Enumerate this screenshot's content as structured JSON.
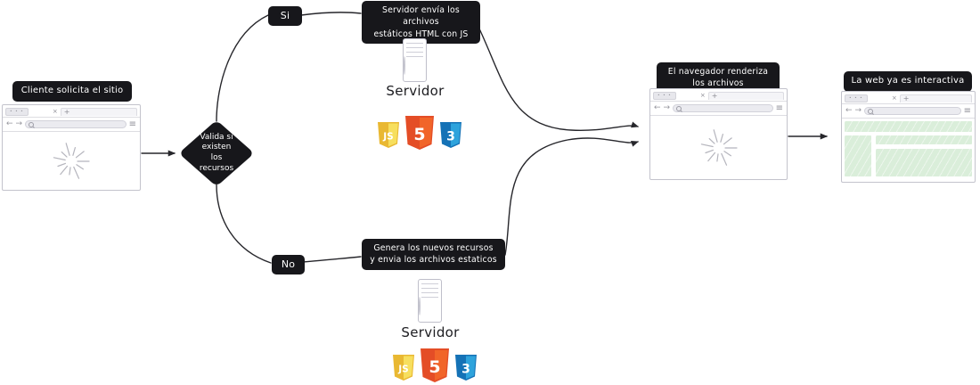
{
  "flow": {
    "client_label": "Cliente solicita el sitio",
    "decision_label": "Valida si\nexisten\nlos\nrecursos",
    "yes_label": "Si",
    "no_label": "No",
    "server_sends_label": "Servidor envía los archivos\nestáticos HTML con JS",
    "generates_label": "Genera los nuevos recursos\ny envia los archivos estaticos",
    "browser_renders_label": "El navegador renderiza\nlos archivos",
    "interactive_label": "La web ya es interactiva",
    "server_top_caption": "Servidor",
    "server_bottom_caption": "Servidor"
  },
  "browser_chrome": {
    "window_dots": "• • •",
    "tab_close_icon": "×",
    "new_tab_icon": "+",
    "back_icon": "←",
    "forward_icon": "→",
    "menu_icon": "≡"
  },
  "tech_badges": [
    {
      "name": "javascript-badge",
      "label": "JS",
      "fill": "#e9b832",
      "fill_light": "#f7df5e"
    },
    {
      "name": "html5-badge",
      "label": "5",
      "fill": "#e44d26",
      "fill_light": "#f16529"
    },
    {
      "name": "css3-badge",
      "label": "3",
      "fill": "#1572b6",
      "fill_light": "#2ea3dc"
    }
  ],
  "colors": {
    "node_bg": "#17171b",
    "node_text": "#ffffff",
    "connector": "#26262b",
    "spinner": "#b5b5bd",
    "content_block": "#daeeda"
  }
}
